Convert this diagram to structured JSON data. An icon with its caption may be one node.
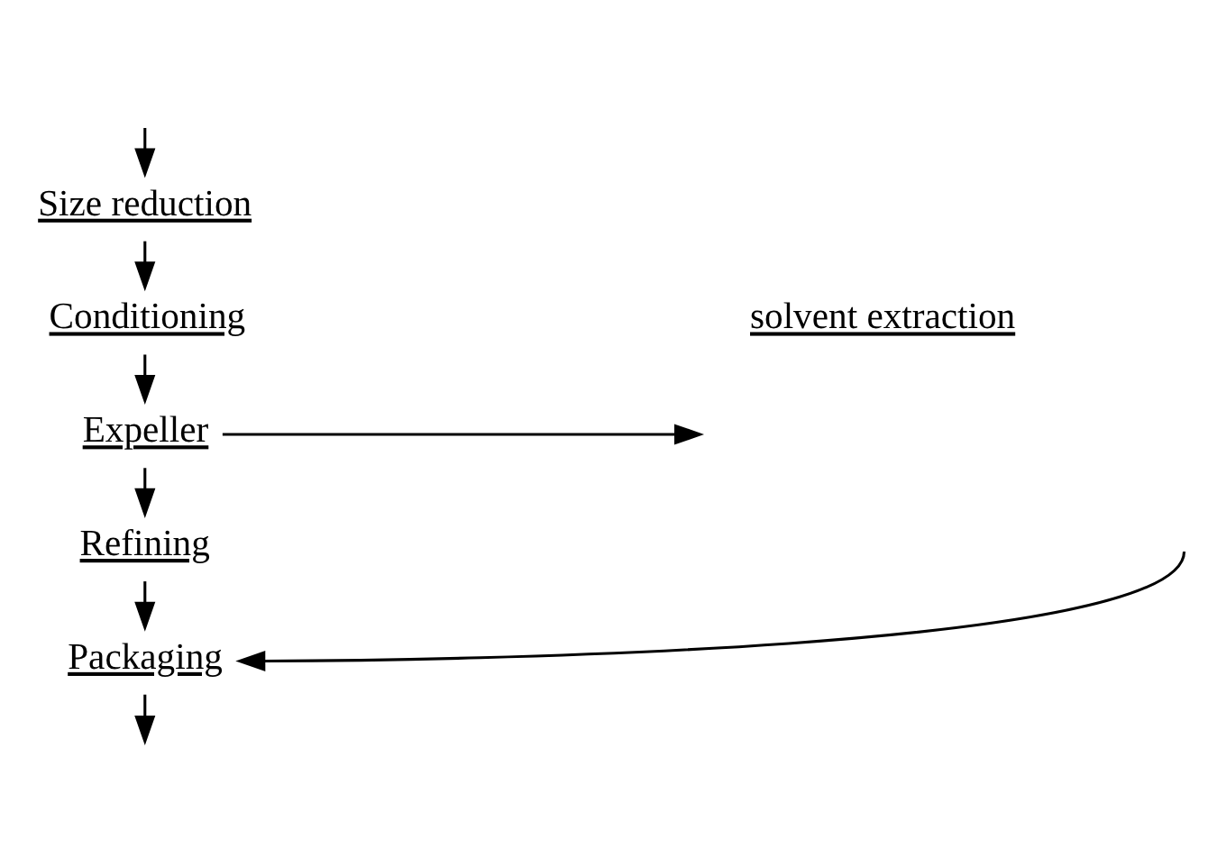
{
  "diagram": {
    "nodes": [
      {
        "text": [
          "Size reduction"
        ]
      },
      {
        "text": [
          "Conditioning"
        ]
      },
      {
        "text": [
          "solvent extraction"
        ]
      },
      {
        "text": [
          "Expeller"
        ]
      },
      {
        "text": [
          "Refining"
        ]
      },
      {
        "text": [
          "Packaging"
        ]
      }
    ],
    "edges": [
      {
        "from": null,
        "to": 0,
        "arrow": "to"
      },
      {
        "from": 0,
        "to": 1,
        "arrow": "to"
      },
      {
        "from": 1,
        "to": 3,
        "arrow": "to"
      },
      {
        "from": 3,
        "to": 4,
        "arrow": "to"
      },
      {
        "from": 4,
        "to": 5,
        "arrow": "to"
      },
      {
        "from": 3,
        "to": null,
        "arrow": "to"
      },
      {
        "from": null,
        "to": 5,
        "arrow": "to"
      },
      {
        "from": 5,
        "to": null,
        "arrow": "to"
      }
    ]
  }
}
